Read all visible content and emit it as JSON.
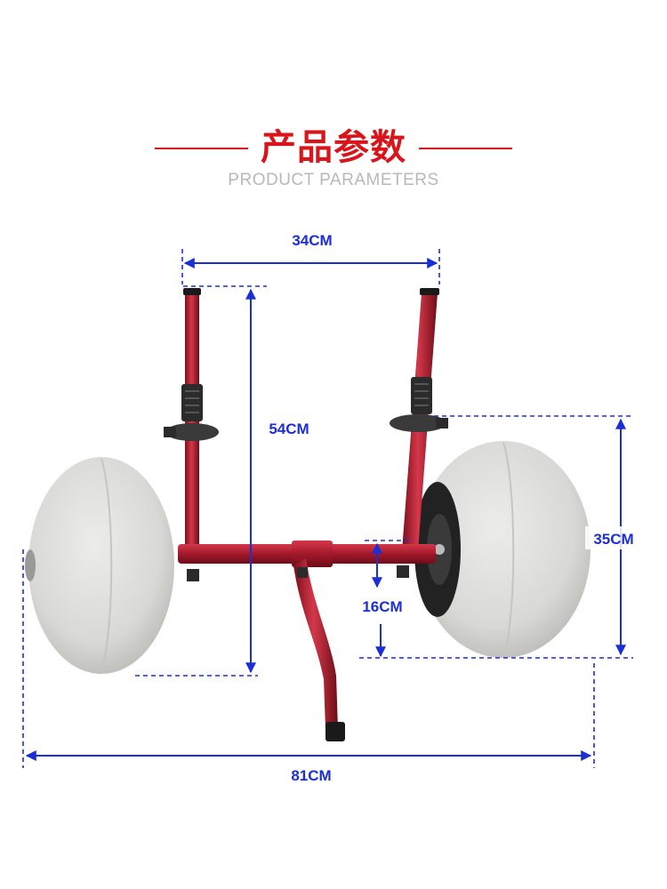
{
  "header": {
    "title_cn": "产品参数",
    "title_en": "PRODUCT PARAMETERS"
  },
  "dimensions": {
    "upright_spacing": "34CM",
    "upright_height": "54CM",
    "wheel_diameter": "35CM",
    "ground_clearance": "16CM",
    "overall_width": "81CM"
  },
  "colors": {
    "title_red": "#d9141b",
    "dimension_blue": "#1b2fd6",
    "frame_red": "#b01a2c",
    "tire_gray": "#d9d9d6"
  }
}
